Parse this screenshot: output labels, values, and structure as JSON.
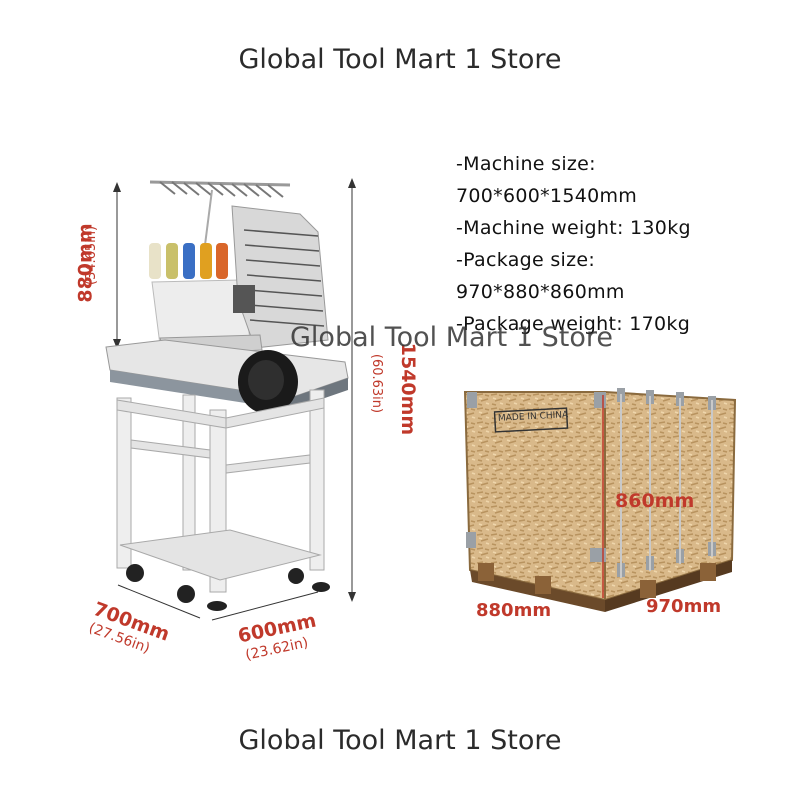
{
  "header": {
    "store_name": "Global Tool Mart 1 Store"
  },
  "footer": {
    "store_name": "Global Tool Mart 1 Store"
  },
  "watermark": {
    "text": "Global Tool Mart 1 Store"
  },
  "specs": [
    "-Machine size:",
    "700*600*1540mm",
    "-Machine weight:  130kg",
    "-Package size:",
    "970*880*860mm",
    "-Package weight:  170kg"
  ],
  "machine_dims": {
    "head_height": "880mm",
    "head_height_in": "(34.65in)",
    "total_height": "1540mm",
    "total_height_in": "(60.63in)",
    "depth": "700mm",
    "depth_in": "(27.56in)",
    "width": "600mm",
    "width_in": "(23.62in)"
  },
  "package_dims": {
    "height": "860mm",
    "depth": "880mm",
    "width": "970mm",
    "stamp": "MADE IN CHINA"
  },
  "colors": {
    "dimension_red": "#c0392b",
    "crate_wood": "#d9b98a"
  }
}
